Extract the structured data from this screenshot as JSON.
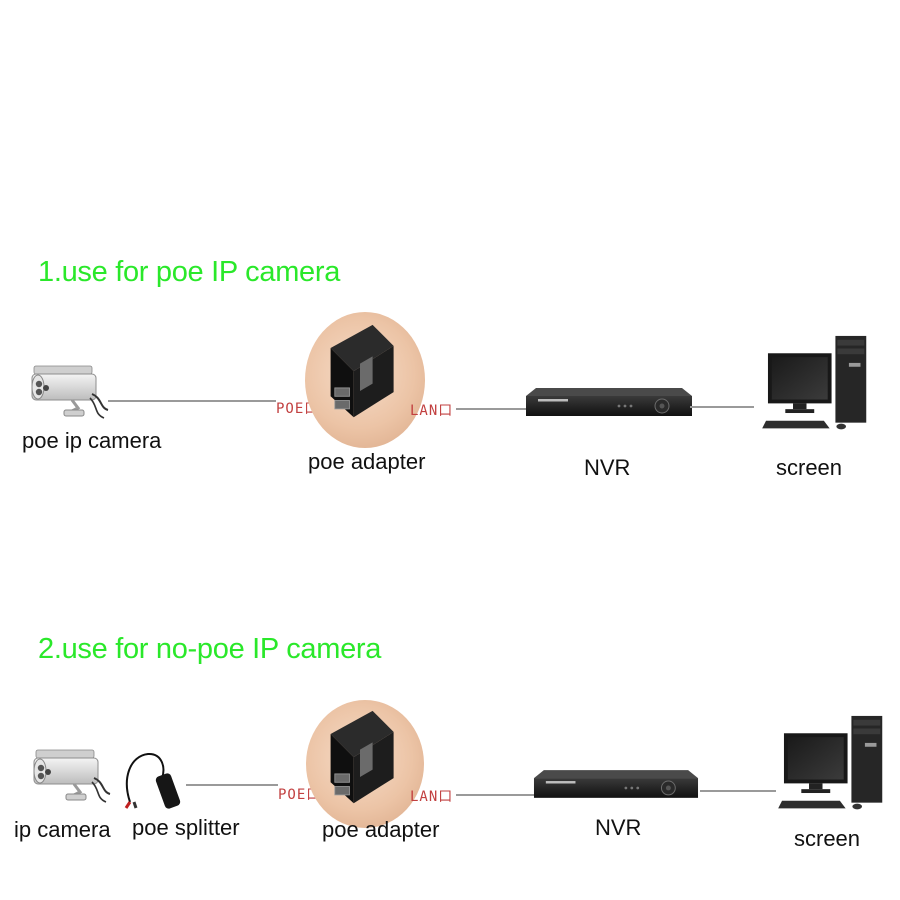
{
  "colors": {
    "heading": "#2ae82a",
    "port_label": "#c24040",
    "cable": "#9a9a9a"
  },
  "section1": {
    "heading": "1.use for poe IP camera",
    "camera_label": "poe ip camera",
    "adapter_label": "poe adapter",
    "port_poe": "POE口",
    "port_lan": "LAN口",
    "nvr_label": "NVR",
    "screen_label": "screen"
  },
  "section2": {
    "heading": "2.use for no-poe IP camera",
    "camera_label": "ip camera",
    "splitter_label": "poe splitter",
    "adapter_label": "poe adapter",
    "port_poe": "POE口",
    "port_lan": "LAN口",
    "nvr_label": "NVR",
    "screen_label": "screen"
  },
  "icons": {
    "camera": "bullet-camera-icon",
    "adapter": "poe-injector-icon",
    "nvr": "nvr-recorder-icon",
    "screen": "desktop-computer-icon",
    "splitter": "poe-splitter-icon"
  }
}
